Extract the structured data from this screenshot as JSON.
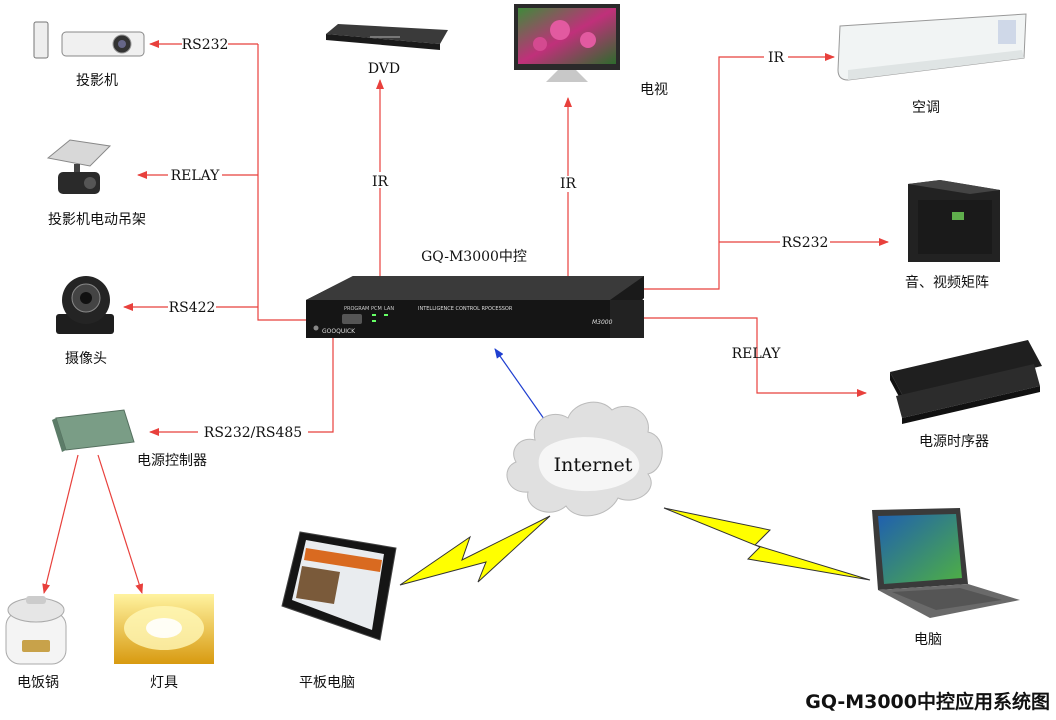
{
  "title": "GQ-M3000中控应用系统图",
  "controller": {
    "label": "GQ-M3000中控",
    "panel_program": "PROGRAM",
    "panel_pcm": "PCM",
    "panel_lan": "LAN",
    "panel_text": "INTELLIGENCE CONTROL RPOCESSOR",
    "panel_model": "M3000",
    "panel_brand": "GOOQUICK"
  },
  "cloud_label": "Internet",
  "devices": {
    "projector": "投影机",
    "projector_lift": "投影机电动吊架",
    "camera": "摄像头",
    "power_controller": "电源控制器",
    "rice_cooker": "电饭锅",
    "lamp": "灯具",
    "tablet": "平板电脑",
    "dvd": "DVD",
    "tv": "电视",
    "air_conditioner": "空调",
    "av_matrix": "音、视频矩阵",
    "power_sequencer": "电源时序器",
    "computer": "电脑"
  },
  "links": {
    "projector": "RS232",
    "projector_lift": "RELAY",
    "camera": "RS422",
    "power_controller": "RS232/RS485",
    "dvd": "IR",
    "tv": "IR",
    "air_conditioner": "IR",
    "av_matrix": "RS232",
    "power_sequencer": "RELAY"
  },
  "colors": {
    "wire": "#e8403c",
    "network_arrow": "#1f3fd0",
    "wireless_bolt": "#ffff00",
    "device_body": "#1c1c1c"
  }
}
